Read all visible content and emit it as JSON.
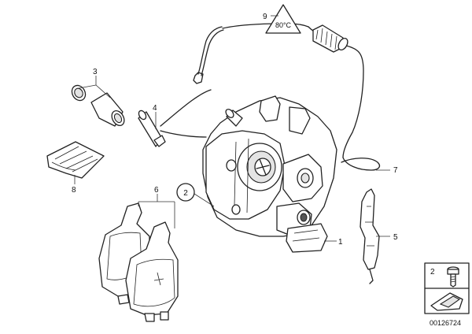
{
  "callouts": {
    "c1": "1",
    "c2": "2",
    "c3": "3",
    "c4": "4",
    "c5": "5",
    "c6": "6",
    "c7": "7",
    "c8": "8",
    "c9": "9"
  },
  "temp_symbol": "80°C",
  "legend_number": "2",
  "diagram_id": "00126724",
  "icons": [
    "warning-triangle-icon",
    "bolt-icon",
    "wedge-icon"
  ]
}
